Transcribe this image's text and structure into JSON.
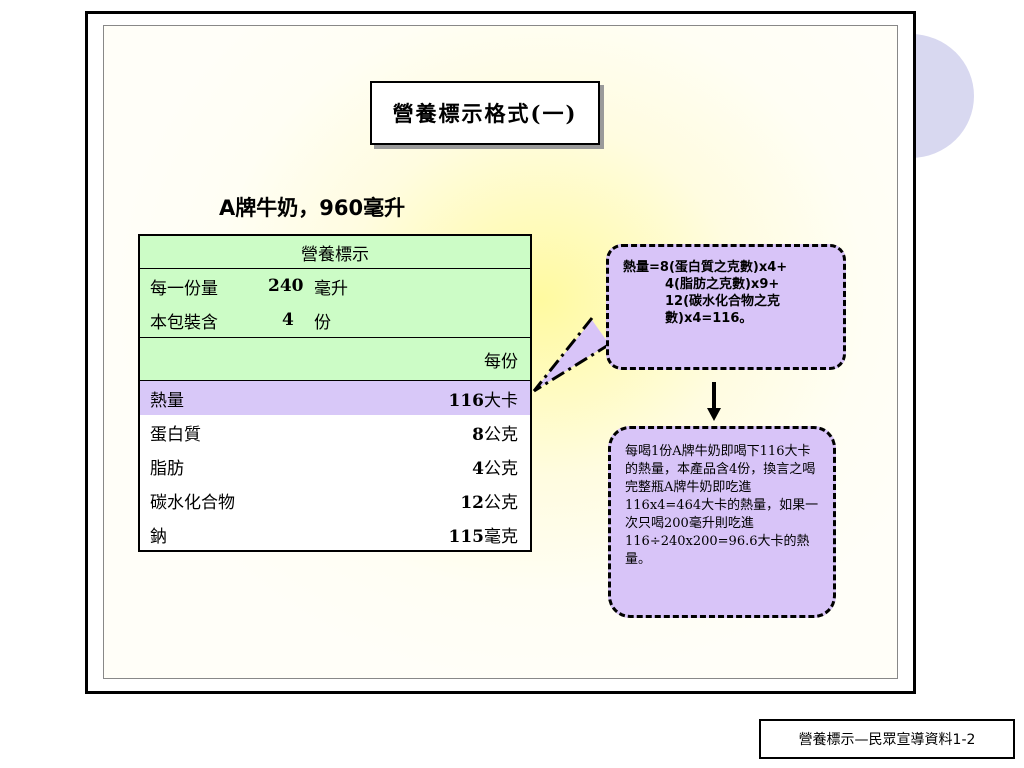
{
  "slide_title": "營養標示格式(一)",
  "product_title": "A牌牛奶，960毫升",
  "nutrition_table": {
    "header": "營養標示",
    "serving_size_label": "每一份量",
    "serving_size_value": "240",
    "serving_size_unit": "毫升",
    "servings_label": "本包裝含",
    "servings_value": "4",
    "servings_unit": "份",
    "per_serving_label": "每份",
    "rows": [
      {
        "name": "熱量",
        "value": "116",
        "unit": "大卡"
      },
      {
        "name": "蛋白質",
        "value": "8",
        "unit": "公克"
      },
      {
        "name": "脂肪",
        "value": "4",
        "unit": "公克"
      },
      {
        "name": "碳水化合物",
        "value": "12",
        "unit": "公克"
      },
      {
        "name": "鈉",
        "value": "115",
        "unit": "毫克"
      }
    ]
  },
  "callout_formula": {
    "line1": "熱量=8(蛋白質之克數)x4+",
    "line2": "4(脂肪之克數)x9+",
    "line3": "12(碳水化合物之克",
    "line4": "數)x4=116。"
  },
  "callout_explanation": "每喝1份A牌牛奶即喝下116大卡的熱量，本產品含4份，換言之喝完整瓶A牌牛奶即吃進116x4=464大卡的熱量，如果一次只喝200毫升則吃進116÷240x200=96.6大卡的熱量。",
  "footer": "營養標示—民眾宣導資料1-2",
  "colors": {
    "table_green": "#ccfcc6",
    "highlight_purple": "#d8c8f8",
    "callout_purple": "#d8c4f8",
    "deco_circle": "#d8d8f0"
  }
}
